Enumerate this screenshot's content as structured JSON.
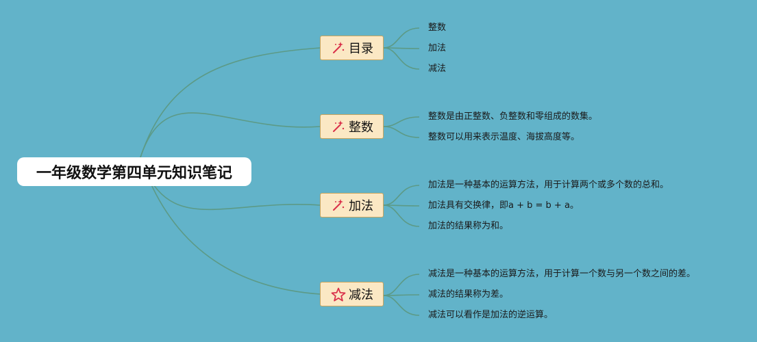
{
  "colors": {
    "background": "#62b3c9",
    "connector": "#5c9a86",
    "topic_fill": "#fbe8c4",
    "topic_border": "#c9a45c",
    "icon_red": "#d9304a"
  },
  "root": {
    "title": "一年级数学第四单元知识笔记"
  },
  "topics": [
    {
      "label": "目录",
      "icon": "magic-wand-icon",
      "items": [
        "整数",
        "加法",
        "减法"
      ]
    },
    {
      "label": "整数",
      "icon": "magic-wand-icon",
      "items": [
        "整数是由正整数、负整数和零组成的数集。",
        "整数可以用来表示温度、海拔高度等。"
      ]
    },
    {
      "label": "加法",
      "icon": "magic-wand-icon",
      "items": [
        "加法是一种基本的运算方法，用于计算两个或多个数的总和。",
        "加法具有交换律，即a + b = b + a。",
        "加法的结果称为和。"
      ]
    },
    {
      "label": "减法",
      "icon": "star-icon",
      "items": [
        "减法是一种基本的运算方法，用于计算一个数与另一个数之间的差。",
        "减法的结果称为差。",
        "减法可以看作是加法的逆运算。"
      ]
    }
  ]
}
